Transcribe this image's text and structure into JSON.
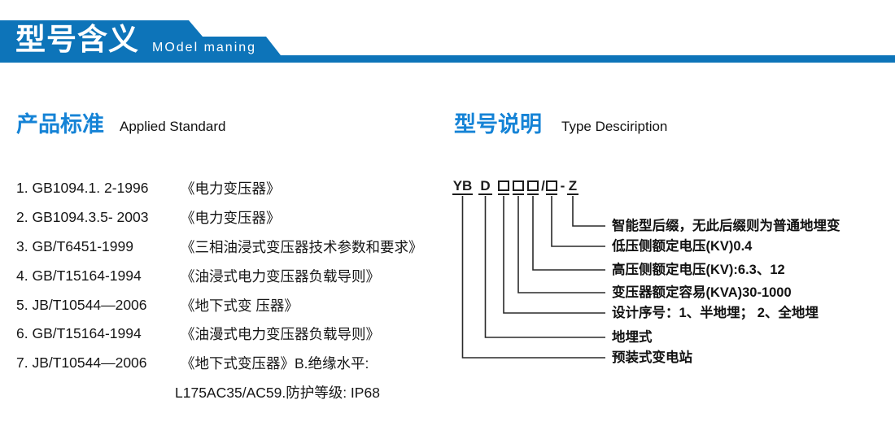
{
  "banner": {
    "title": "型号含义",
    "subtitle": "MOdel maning",
    "bg_color": "#0d74b9"
  },
  "sections": {
    "standards": {
      "title_zh": "产品标准",
      "title_en": "Applied Standard"
    },
    "type": {
      "title_zh": "型号说明",
      "title_en": "Type Desciription"
    }
  },
  "standards_list": [
    {
      "code": "1. GB1094.1. 2-1996",
      "title": "《电力变压器》"
    },
    {
      "code": "2. GB1094.3.5- 2003",
      "title": "《电力变压器》"
    },
    {
      "code": "3. GB/T6451-1999",
      "title": "《三相油浸式变压器技术参数和要求》"
    },
    {
      "code": "4. GB/T15164-1994",
      "title": "《油浸式电力变压器负载导则》"
    },
    {
      "code": "5. JB/T10544—2006",
      "title": "《地下式变 压器》"
    },
    {
      "code": "6. GB/T15164-1994",
      "title": "《油漫式电力变压器负载导则》"
    },
    {
      "code": "7. JB/T10544—2006",
      "title": "《地下式变压器》B.绝缘水平:"
    }
  ],
  "standards_continuation": "L175AC35/AC59.防护等级: IP68",
  "model_code": {
    "prefix": "YB",
    "second": "D",
    "slash": "/",
    "hyphen": "-",
    "suffix": "Z"
  },
  "model_labels": [
    "智能型后缀，无此后缀则为普通地埋变",
    "低压侧额定电压(KV)0.4",
    "高压侧额定电压(KV):6.3、12",
    "变压器额定容易(KVA)30-1000",
    "设计序号：1、半地埋； 2、全地埋",
    "地埋式",
    "预装式变电站"
  ],
  "colors": {
    "banner_blue": "#0d74b9",
    "heading_blue": "#1583d6",
    "line_color": "#2a2a2a"
  }
}
